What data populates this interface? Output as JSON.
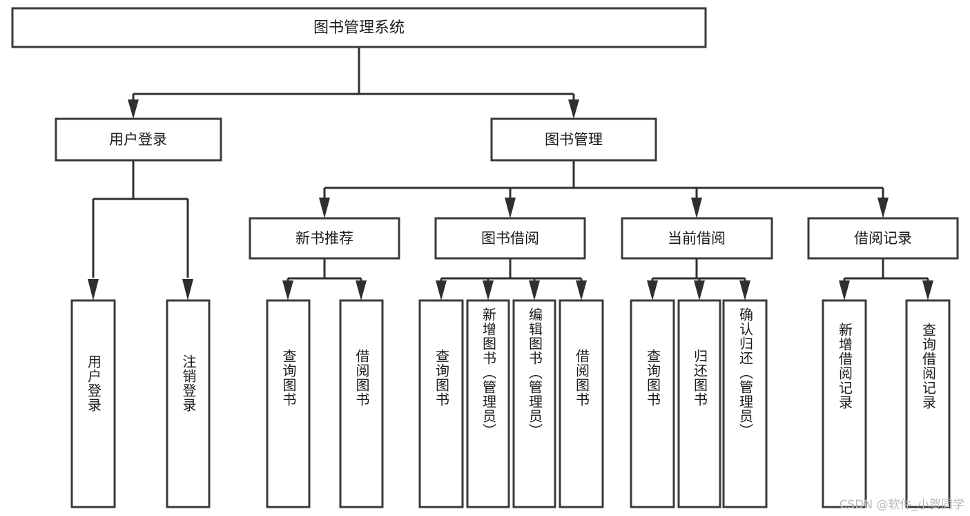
{
  "diagram": {
    "title": "图书管理系统",
    "type": "tree-hierarchy-diagram",
    "root": {
      "id": "root",
      "label": "图书管理系统"
    },
    "level2": [
      {
        "id": "user-login",
        "label": "用户登录"
      },
      {
        "id": "book-manage",
        "label": "图书管理"
      }
    ],
    "level3": [
      {
        "id": "new-book-recommend",
        "label": "新书推荐",
        "parent": "book-manage"
      },
      {
        "id": "book-borrow",
        "label": "图书借阅",
        "parent": "book-manage"
      },
      {
        "id": "current-borrow",
        "label": "当前借阅",
        "parent": "book-manage"
      },
      {
        "id": "borrow-record",
        "label": "借阅记录",
        "parent": "book-manage"
      }
    ],
    "leaves": {
      "user-login": [
        {
          "id": "leaf-user-login",
          "label": "用户登录"
        },
        {
          "id": "leaf-logout",
          "label": "注销登录"
        }
      ],
      "new-book-recommend": [
        {
          "id": "leaf-query-book-1",
          "label": "查询图书"
        },
        {
          "id": "leaf-borrow-book-1",
          "label": "借阅图书"
        }
      ],
      "book-borrow": [
        {
          "id": "leaf-query-book-2",
          "label": "查询图书"
        },
        {
          "id": "leaf-add-book",
          "label": "新增图书（管理员）"
        },
        {
          "id": "leaf-edit-book",
          "label": "编辑图书（管理员）"
        },
        {
          "id": "leaf-borrow-book-2",
          "label": "借阅图书"
        }
      ],
      "current-borrow": [
        {
          "id": "leaf-query-book-3",
          "label": "查询图书"
        },
        {
          "id": "leaf-return-book",
          "label": "归还图书"
        },
        {
          "id": "leaf-confirm-return",
          "label": "确认归还（管理员）"
        }
      ],
      "borrow-record": [
        {
          "id": "leaf-add-record",
          "label": "新增借阅记录"
        },
        {
          "id": "leaf-query-record",
          "label": "查询借阅记录"
        }
      ]
    }
  },
  "watermark": {
    "text": "CSDN @软件_小贺同学"
  },
  "colors": {
    "box_stroke": "#3a3a3a",
    "connector": "#2f2f2f",
    "background": "#ffffff",
    "text": "#1b1b1b",
    "watermark": "#b9b9b9"
  }
}
